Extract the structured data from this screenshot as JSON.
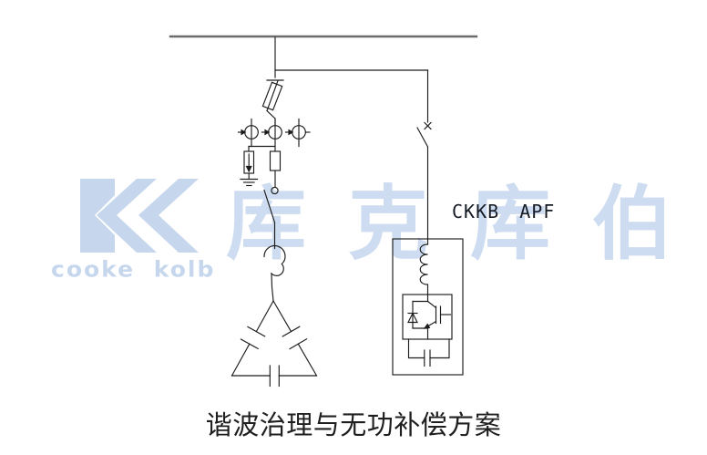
{
  "page": {
    "background": "#ffffff"
  },
  "watermark": {
    "logo_text": "cooke kolb",
    "cjk_text": "库克库伯",
    "color": "#c6d7ed"
  },
  "schematic": {
    "apf_label": "CKKB APF",
    "title": "谐波治理与无功补偿方案",
    "line_color": "#1c1c1c",
    "bus_color": "#6b6b6b",
    "components": [
      "busbar",
      "incoming-feeder",
      "fuse-switch",
      "instrument-transformers",
      "surge-arrester",
      "ground",
      "fuse",
      "disconnect-switch",
      "contactor",
      "delta-capacitor-bank",
      "apf-feeder",
      "circuit-breaker",
      "apf-cabinet",
      "series-reactor",
      "igbt-module",
      "dc-link-capacitor"
    ]
  }
}
